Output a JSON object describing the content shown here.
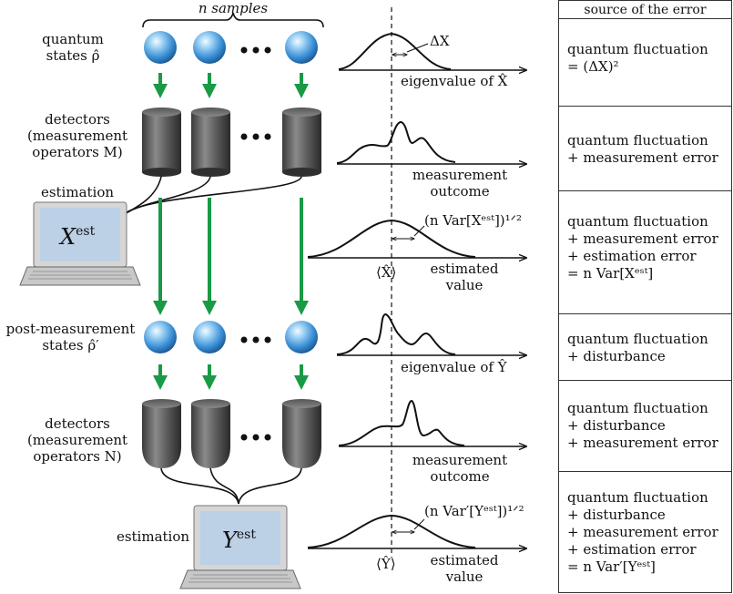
{
  "labels": {
    "n_samples": "n samples",
    "quantum_states_1": "quantum",
    "quantum_states_2": "states ρ̂",
    "detectors_m_1": "detectors",
    "detectors_m_2": "(measurement",
    "detectors_m_3": "operators M)",
    "estimation_1": "estimation",
    "post_states_1": "post-measurement",
    "post_states_2": "states ρ̂′",
    "detectors_n_1": "detectors",
    "detectors_n_2": "(measurement",
    "detectors_n_3": "operators N)",
    "estimation_2": "estimation",
    "laptop_1_text": "X",
    "laptop_1_sup": "est",
    "laptop_2_text": "Y",
    "laptop_2_sup": "est",
    "delta_x": "ΔX",
    "eigen_x": "eigenvalue of X̂",
    "meas_outcome_1a": "measurement",
    "meas_outcome_1b": "outcome",
    "var_x": "(n Var[Xᵉˢᵗ])¹ᐟ²",
    "mean_x": "⟨X̂⟩",
    "estimated_1a": "estimated",
    "estimated_1b": "value",
    "eigen_y": "eigenvalue of Ŷ",
    "meas_outcome_2a": "measurement",
    "meas_outcome_2b": "outcome",
    "var_y": "(n Var′[Yᵉˢᵗ])¹ᐟ²",
    "mean_y": "⟨Ŷ⟩",
    "estimated_2a": "estimated",
    "estimated_2b": "value"
  },
  "table": {
    "header": "source of the error",
    "rows": [
      [
        "quantum fluctuation",
        "= (ΔX)²"
      ],
      [
        "quantum fluctuation",
        "+ measurement error"
      ],
      [
        "quantum fluctuation",
        "+ measurement error",
        "+ estimation error",
        "= n Var[Xᵉˢᵗ]"
      ],
      [
        "quantum fluctuation",
        "+ disturbance"
      ],
      [
        "quantum fluctuation",
        "+ disturbance",
        "+ measurement error"
      ],
      [
        "quantum fluctuation",
        "+ disturbance",
        "+ measurement error",
        "+ estimation error",
        "= n Var′[Yᵉˢᵗ]"
      ]
    ]
  },
  "colors": {
    "arrow": "#1a9a45",
    "sphere": "#3a8fd6",
    "detector": "#555555",
    "laptop_screen": "#bcd0e6"
  }
}
